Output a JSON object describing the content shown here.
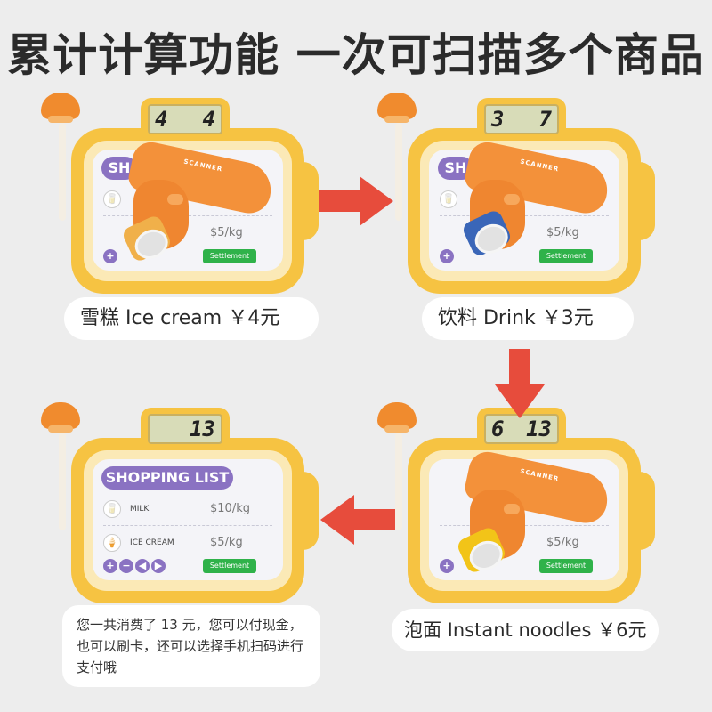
{
  "headline": "累计计算功能 一次可扫描多个商品",
  "scanner_label": "SCANNER",
  "list_title": "SHOPPING LIST",
  "list_title_short": "SH",
  "items": {
    "milk": {
      "name": "MILK",
      "price": "$10/kg"
    },
    "ice_cream": {
      "name": "ICE CREAM",
      "price": "$5/kg"
    }
  },
  "settlement_label": "Settlement",
  "devices": [
    {
      "lcd_left": "4",
      "lcd_right": "4"
    },
    {
      "lcd_left": "3",
      "lcd_right": "7"
    },
    {
      "lcd_left": "6",
      "lcd_right": "13"
    },
    {
      "lcd_left": "",
      "lcd_right": "13"
    }
  ],
  "captions": {
    "ice_cream": "雪糕 Ice cream  ￥4元",
    "drink": "饮料 Drink  ￥3元",
    "noodles": "泡面 Instant noodles  ￥6元"
  },
  "note": "您一共消费了 13 元，您可以付现金，也可以刷卡，还可以选择手机扫码进行支付哦",
  "colors": {
    "accent_purple": "#8a72c2",
    "device_yellow": "#f6c342",
    "arrow_red": "#e74c3c",
    "settle_green": "#2fb24a"
  }
}
